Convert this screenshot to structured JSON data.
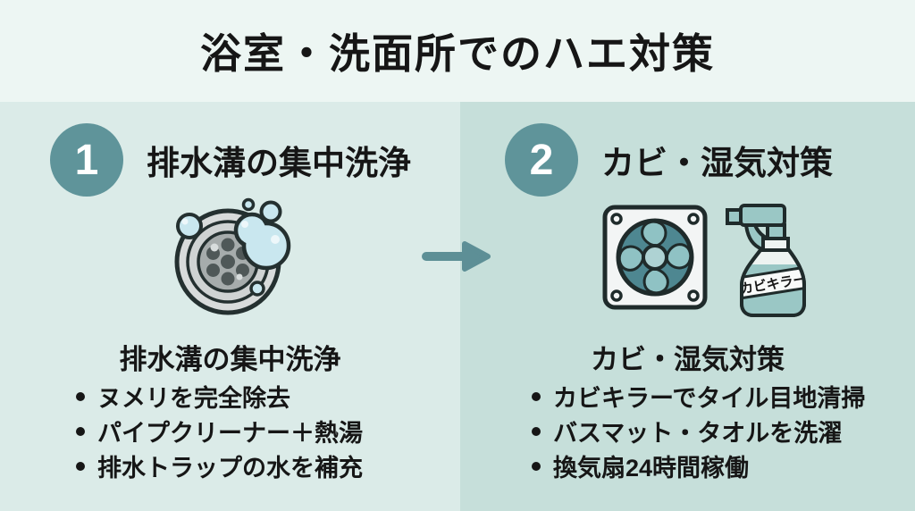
{
  "title": "浴室・洗面所でのハエ対策",
  "colors": {
    "header_bg": "#edf6f3",
    "left_panel_bg": "#dbebe8",
    "right_panel_bg": "#c6dfda",
    "accent_teal": "#5f949a",
    "arrow": "#5d8f96",
    "text": "#161616",
    "bubble_blue": "#c9e7ef",
    "fan_disc": "#4e8791",
    "bottle_teal": "#9ac7c5"
  },
  "arrow": {
    "icon": "arrow-right"
  },
  "steps": [
    {
      "number": "1",
      "heading": "排水溝の集中洗浄",
      "icon": "drain-with-bubbles",
      "subtitle": "排水溝の集中洗浄",
      "bullets": [
        "ヌメリを完全除去",
        "パイプクリーナー＋熱湯",
        "排水トラップの水を補充"
      ]
    },
    {
      "number": "2",
      "heading": "カビ・湿気対策",
      "icons": [
        "exhaust-fan",
        "spray-bottle"
      ],
      "spray_label": "カビキラー",
      "subtitle": "カビ・湿気対策",
      "bullets": [
        "カビキラーでタイル目地清掃",
        "バスマット・タオルを洗濯",
        "換気扇24時間稼働"
      ]
    }
  ]
}
